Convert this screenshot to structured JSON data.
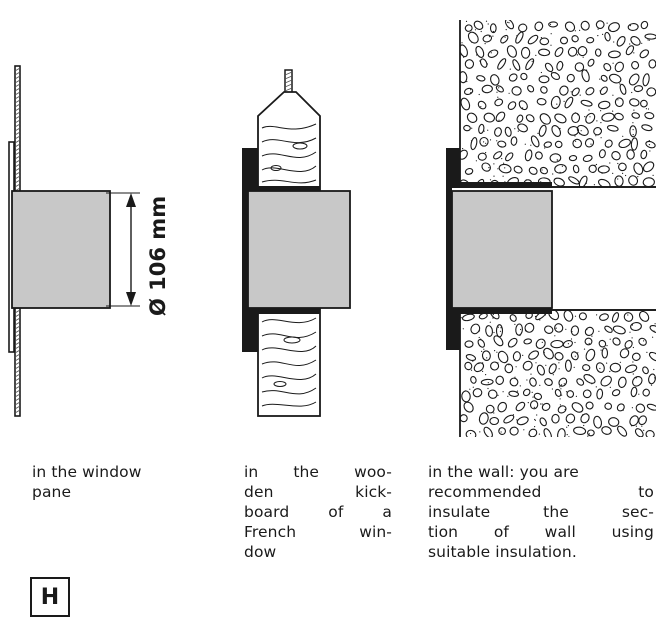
{
  "dimension": {
    "label": "Ø 106 mm"
  },
  "captions": {
    "window_pane": [
      "in the window",
      "pane"
    ],
    "kickboard": [
      [
        "in",
        "the",
        "woo-"
      ],
      [
        "den",
        "kick-"
      ],
      [
        "board",
        "of",
        "a"
      ],
      [
        "French",
        "win-"
      ],
      [
        "dow"
      ]
    ],
    "wall": [
      [
        "in the wall: you are"
      ],
      [
        "recommended",
        "to"
      ],
      [
        "insulate",
        "the",
        "sec-"
      ],
      [
        "tion",
        "of",
        "wall",
        "using"
      ],
      [
        "suitable insulation."
      ]
    ]
  },
  "figure_label": "H",
  "colors": {
    "line": "#1a1a1a",
    "tube": "#c8c8c8",
    "hatch": "#555555"
  }
}
